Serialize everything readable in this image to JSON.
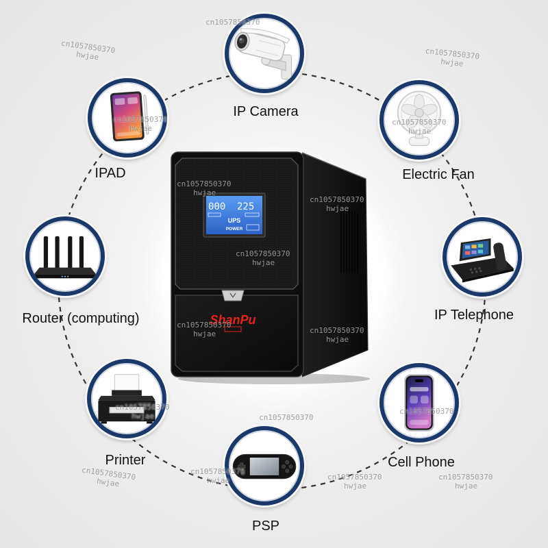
{
  "devices": [
    {
      "label": "IP Camera",
      "icon": "ip-camera-icon"
    },
    {
      "label": "Electric Fan",
      "icon": "electric-fan-icon"
    },
    {
      "label": "IP Telephone",
      "icon": "ip-telephone-icon"
    },
    {
      "label": "Cell Phone",
      "icon": "cell-phone-icon"
    },
    {
      "label": "PSP",
      "icon": "psp-icon"
    },
    {
      "label": "Printer",
      "icon": "printer-icon"
    },
    {
      "label": "Router (computing)",
      "icon": "router-icon"
    },
    {
      "label": "IPAD",
      "icon": "ipad-icon"
    }
  ],
  "ups": {
    "brand": "ShanPu",
    "display": {
      "left_digits": "000",
      "right_digits": "225",
      "mode": "UPS",
      "status": "POWER"
    }
  },
  "watermark": {
    "line1": "cn1057850370",
    "line2": "hwjae"
  },
  "colors": {
    "ring": "#1c3868",
    "dashed_line": "#333333",
    "lcd": "#3d7fe0",
    "logo": "#e2231a"
  }
}
